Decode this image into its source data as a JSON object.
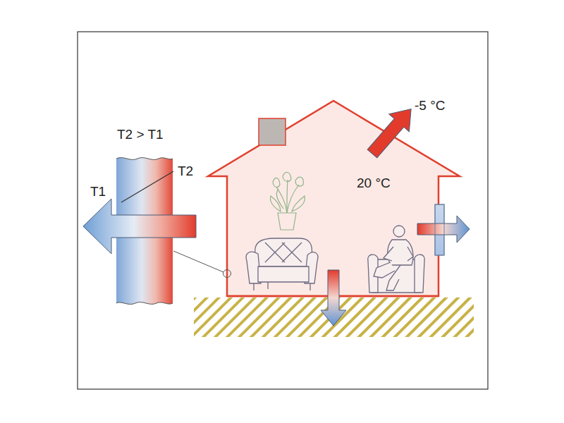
{
  "diagram": {
    "labels": [
      "T2 > T1",
      "T1",
      "T2",
      "-5 °C",
      "20 °C"
    ]
  }
}
